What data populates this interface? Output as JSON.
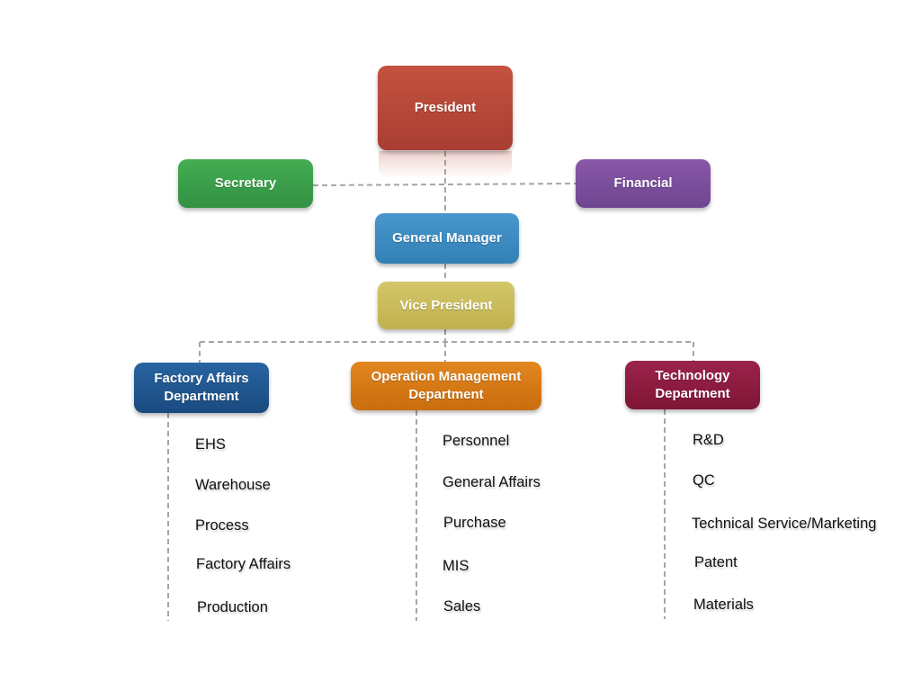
{
  "colors": {
    "president": "#b5473a",
    "secretary": "#3aa04a",
    "financial": "#7d4f9e",
    "general_manager": "#3d8bc1",
    "vice_president": "#cbbd5c",
    "factory": "#1f5590",
    "operation": "#d97a14",
    "technology": "#8e1a3f",
    "connector": "#a6a6a6"
  },
  "nodes": {
    "president": "President",
    "secretary": "Secretary",
    "financial": "Financial",
    "general_manager": "General Manager",
    "vice_president": "Vice President"
  },
  "departments": [
    {
      "name": "Factory Affairs Department",
      "items": [
        "EHS",
        "Warehouse",
        "Process",
        "Factory Affairs",
        "Production"
      ]
    },
    {
      "name": "Operation Management Department",
      "items": [
        "Personnel",
        "General Affairs",
        "Purchase",
        "MIS",
        "Sales"
      ]
    },
    {
      "name": "Technology Department",
      "items": [
        "R&D",
        "QC",
        "Technical Service/Marketing",
        "Patent",
        "Materials"
      ]
    }
  ]
}
